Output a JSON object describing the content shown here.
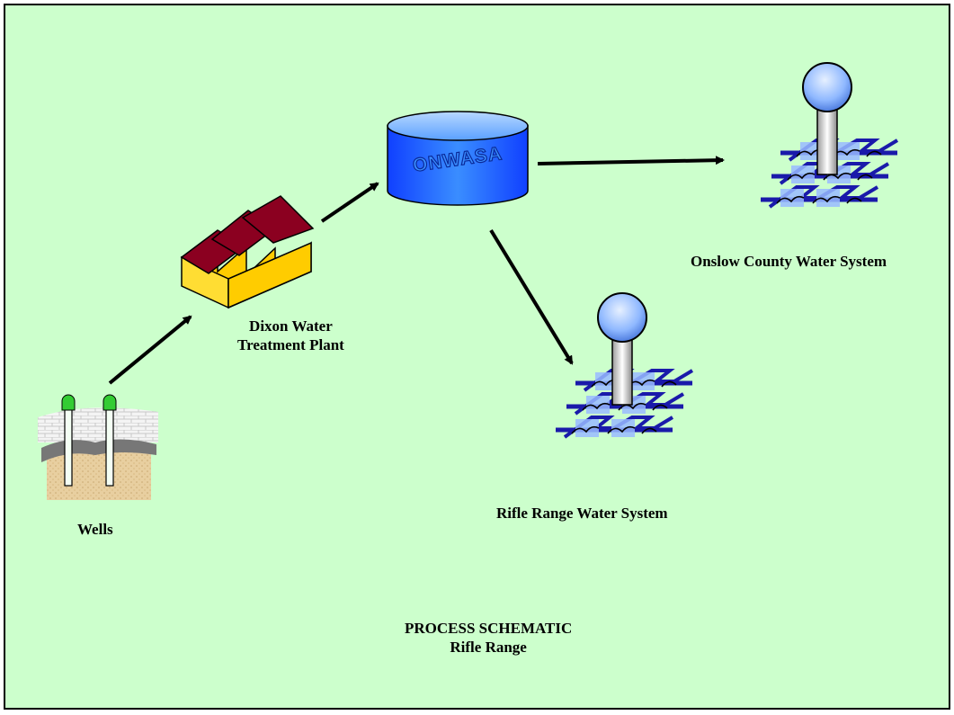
{
  "diagram": {
    "nodes": {
      "wells": {
        "label": "Wells"
      },
      "dixon": {
        "label_line1": "Dixon Water",
        "label_line2": "Treatment Plant"
      },
      "onwasa": {
        "label": "ONWASA"
      },
      "onslow": {
        "label": "Onslow County Water System"
      },
      "rifle": {
        "label": "Rifle Range Water System"
      }
    },
    "edges": [
      {
        "from": "wells",
        "to": "dixon"
      },
      {
        "from": "dixon",
        "to": "onwasa"
      },
      {
        "from": "onwasa",
        "to": "onslow"
      },
      {
        "from": "onwasa",
        "to": "rifle"
      }
    ],
    "title_line1": "PROCESS SCHEMATIC",
    "title_line2": "Rifle Range"
  },
  "colors": {
    "background": "#ccffcc",
    "factory_wall": "#ffcc00",
    "factory_roof": "#8b0020",
    "tank": "#1f6fff",
    "tower_globe": "#8fb8ff",
    "pipe_tile": "#99bbff",
    "pipe_dark": "#1a1aaa",
    "well_cap": "#33cc33"
  }
}
